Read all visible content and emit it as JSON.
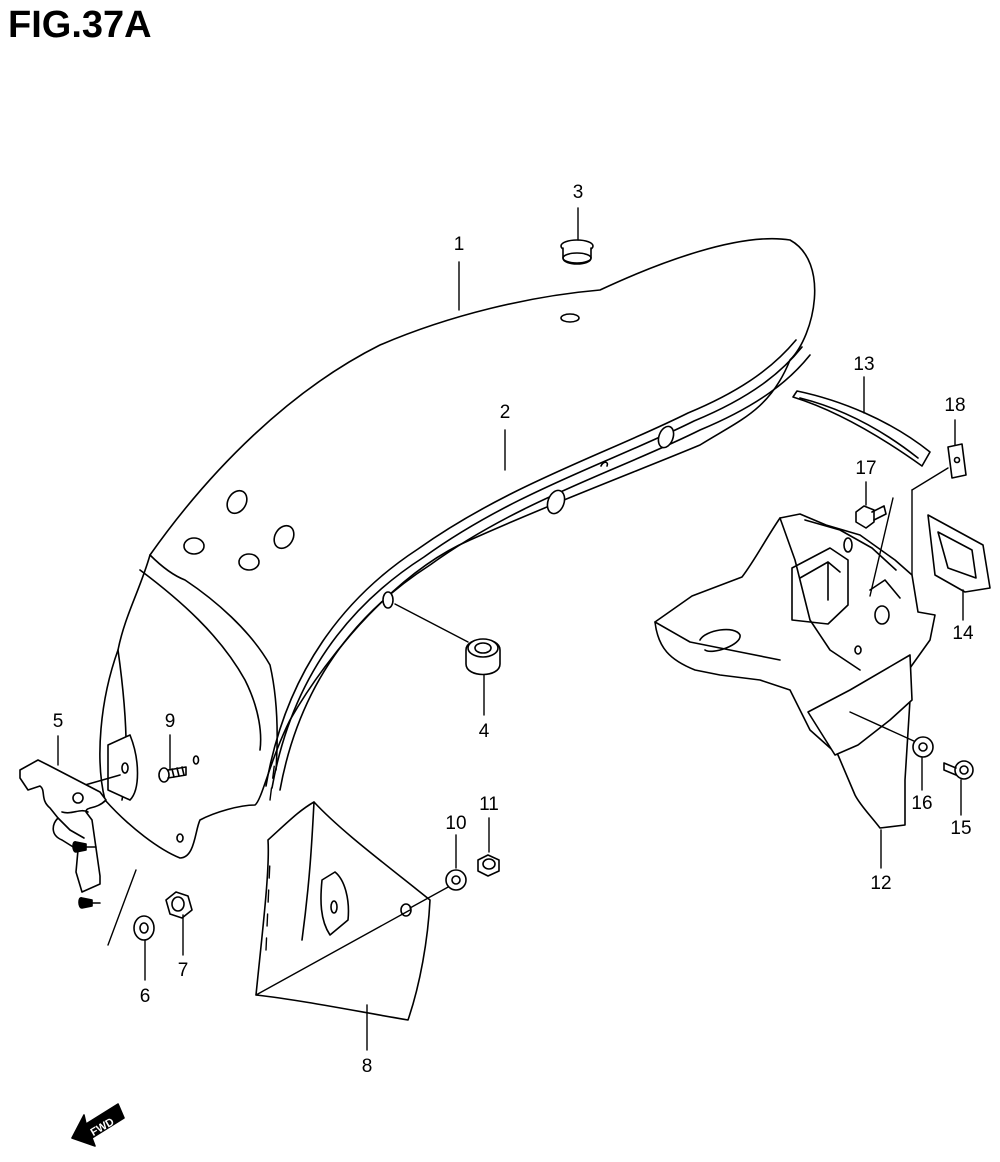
{
  "figure": {
    "title": "FIG.37A"
  },
  "callouts": [
    {
      "id": "1",
      "label": "1"
    },
    {
      "id": "2",
      "label": "2"
    },
    {
      "id": "3",
      "label": "3"
    },
    {
      "id": "4",
      "label": "4"
    },
    {
      "id": "5",
      "label": "5"
    },
    {
      "id": "6",
      "label": "6"
    },
    {
      "id": "7",
      "label": "7"
    },
    {
      "id": "8",
      "label": "8"
    },
    {
      "id": "9",
      "label": "9"
    },
    {
      "id": "10",
      "label": "10"
    },
    {
      "id": "11",
      "label": "11"
    },
    {
      "id": "12",
      "label": "12"
    },
    {
      "id": "13",
      "label": "13"
    },
    {
      "id": "14",
      "label": "14"
    },
    {
      "id": "15",
      "label": "15"
    },
    {
      "id": "16",
      "label": "16"
    },
    {
      "id": "17",
      "label": "17"
    },
    {
      "id": "18",
      "label": "18"
    }
  ],
  "direction_marker": {
    "label": "FWD",
    "icon": "forward-arrow-icon"
  }
}
